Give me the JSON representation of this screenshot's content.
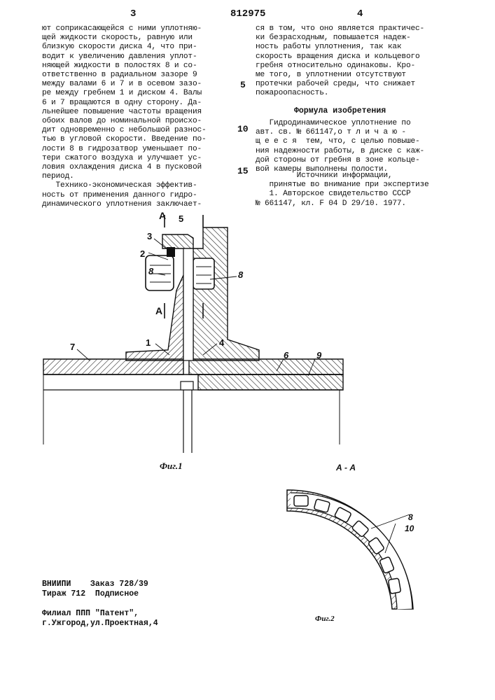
{
  "header": {
    "page_left": "3",
    "patent_number": "812975",
    "page_right": "4"
  },
  "left_column": {
    "lines": [
      "ют соприкасающейся с ними уплотняю-",
      "щей жидкости скорость, равную или",
      "близкую скорости диска 4, что при-",
      "водит к увеличению давления уплот-",
      "няющей жидкости в полостях 8 и со-",
      "ответственно в радиальном зазоре 9",
      "между валами 6 и 7 и в осевом зазо-",
      "ре между гребнем 1 и диском 4. Валы",
      "6 и 7 вращаются в одну сторону. Да-",
      "льнейшее повышение частоты вращения",
      "обоих валов до номинальной происхо-",
      "дит одновременно с небольшой разнос-",
      "тью в угловой скорости. Введение по-",
      "лости 8 в гидрозатвор уменьшает по-",
      "тери сжатого воздуха и улучшает ус-",
      "ловия охлаждения диска 4 в пусковой",
      "период.",
      "   Технико-экономическая эффектив-",
      "ность от применения данного гидро-",
      "динамического уплотнения заключает-"
    ]
  },
  "right_column": {
    "top_lines": [
      "ся в том, что оно является практичес-",
      "ки безрасходным, повышается надеж-",
      "ность работы уплотнения, так как",
      "скорость вращения диска и кольцевого",
      "гребня относительно одинаковы. Кро-",
      "ме того, в уплотнении отсутствуют",
      "протечки рабочей среды, что снижает",
      "пожароопасность."
    ],
    "claims_heading": "Формула изобретения",
    "claims_lines": [
      "   Гидродинамическое уплотнение по",
      "авт. св. № 661147,о т л и ч а ю -",
      "щ е е с я  тем, что, с целью повыше-",
      "ния надежности работы, в диске с каж-",
      "дой стороны от гребня в зоне кольце-",
      "вой камеры выполнены полости."
    ],
    "sources_lines": [
      "         Источники информации,",
      "   принятые во внимание при экспертизе",
      "   1. Авторское свидетельство СССР",
      "№ 661147, кл. F 04 D 29/10. 1977."
    ]
  },
  "line_numbers": [
    "5",
    "10",
    "15"
  ],
  "figure1": {
    "caption": "Фиг.1",
    "section_marks": [
      "A",
      "A"
    ],
    "labels": [
      "3",
      "5",
      "2",
      "8",
      "8",
      "1",
      "4",
      "7",
      "6",
      "9"
    ]
  },
  "figure2": {
    "caption": "Фиг.2",
    "section_title": "А - А",
    "labels": [
      "8",
      "10"
    ]
  },
  "imprint": {
    "lines": [
      "ВНИИПИ    Заказ 728/39",
      "Тираж 712  Подписное",
      "",
      "Филиал ППП \"Патент\",",
      "г.Ужгород,ул.Проектная,4"
    ]
  }
}
